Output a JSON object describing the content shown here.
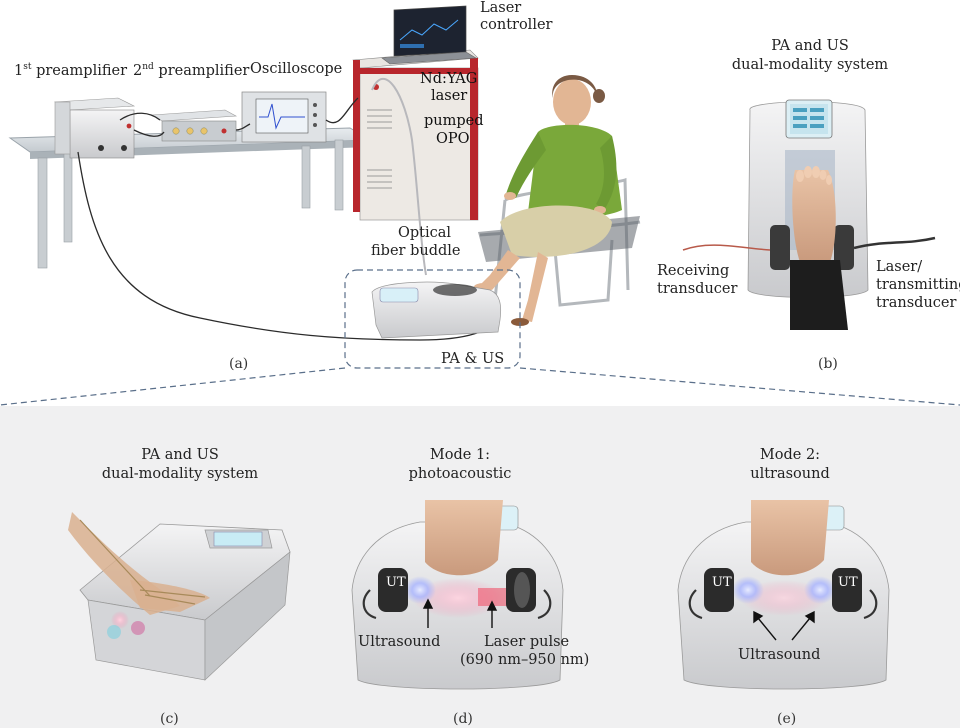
{
  "panel_a": {
    "preamp1_label": "1st preamplifier",
    "preamp1_main": "1",
    "preamp1_sup": "st",
    "preamp1_rest": " preamplifier",
    "preamp2_main": "2",
    "preamp2_sup": "nd",
    "preamp2_rest": " preamplifier",
    "oscilloscope": "Oscilloscope",
    "laser_controller_1": "Laser",
    "laser_controller_2": "controller",
    "ndyag_1": "Nd:YAG",
    "ndyag_2": "laser",
    "pumped_1": "pumped",
    "pumped_2": "OPO",
    "fiber_1": "Optical",
    "fiber_2": "fiber buddle",
    "pa_us": "PA & US",
    "letter": "(a)"
  },
  "panel_b": {
    "title_1": "PA and US",
    "title_2": "dual-modality system",
    "receiving_1": "Receiving",
    "receiving_2": "transducer",
    "laser_1": "Laser/",
    "laser_2": "transmitting",
    "laser_3": "transducer",
    "letter": "(b)"
  },
  "panel_c": {
    "title_1": "PA and US",
    "title_2": "dual-modality system",
    "letter": "(c)"
  },
  "panel_d": {
    "title_1": "Mode 1:",
    "title_2": "photoacoustic",
    "ut": "UT",
    "ultrasound": "Ultrasound",
    "laser_pulse_1": "Laser pulse",
    "laser_pulse_2": "(690 nm–950 nm)",
    "letter": "(d)"
  },
  "panel_e": {
    "title_1": "Mode 2:",
    "title_2": "ultrasound",
    "ut_left": "UT",
    "ut_right": "UT",
    "ultrasound": "Ultrasound",
    "letter": "(e)"
  },
  "colors": {
    "bottom_bg": "#f0f0f1",
    "shirt": "#7aa83a",
    "skirt": "#d8cfa8",
    "laser_cabinet": "#b8262c",
    "laser_beam": "#f04860",
    "ultrasound_glow": "#a8b4ff"
  }
}
